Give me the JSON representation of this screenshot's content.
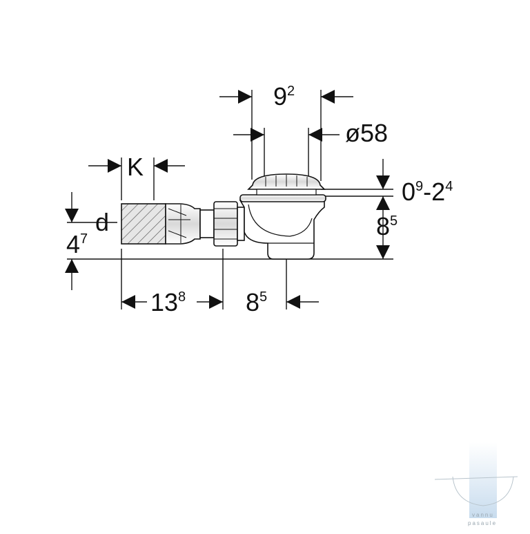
{
  "labels": {
    "top_width": {
      "base": "9",
      "sup": "2"
    },
    "diameter": "ø58",
    "k": "K",
    "d": "d",
    "height_left": {
      "base": "4",
      "sup": "7"
    },
    "adjust": {
      "base1": "0",
      "sup1": "9",
      "dash": "-",
      "base2": "2",
      "sup2": "4"
    },
    "height_right": {
      "base": "8",
      "sup": "5"
    },
    "length": {
      "base": "13",
      "sup": "8"
    },
    "offset": {
      "base": "8",
      "sup": "5"
    }
  },
  "watermark": {
    "line1": "vannu",
    "line2": "pasaule"
  },
  "colors": {
    "ink": "#111111",
    "shade": "#cfcfcf",
    "watermark": "#c8dcee"
  }
}
